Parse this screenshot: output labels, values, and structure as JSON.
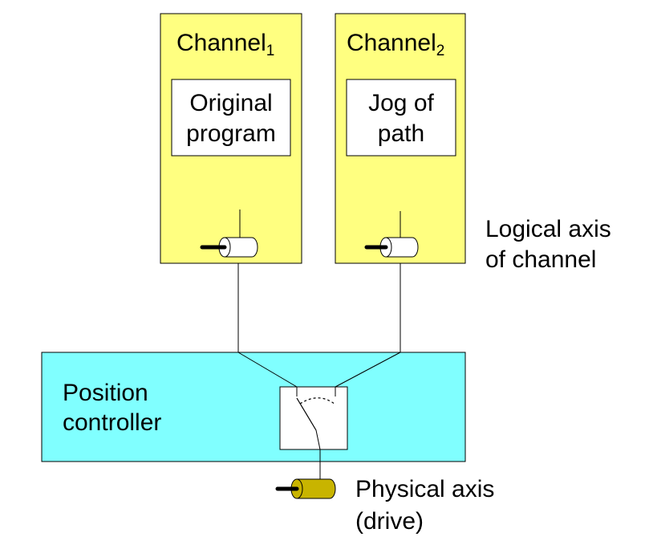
{
  "channels": [
    {
      "title": "Channel",
      "subscript": "1",
      "box_line1": "Original",
      "box_line2": "program"
    },
    {
      "title": "Channel",
      "subscript": "2",
      "box_line1": "Jog of",
      "box_line2": "path"
    }
  ],
  "logical_axis": {
    "line1": "Logical axis",
    "line2": "of channel"
  },
  "controller": {
    "line1": "Position",
    "line2": "controller"
  },
  "physical_axis": {
    "line1": "Physical axis",
    "line2": "(drive)"
  },
  "colors": {
    "channel_fill": "#ffff80",
    "controller_fill": "#80ffff",
    "motor_logical": "#ffffff",
    "motor_physical": "#c8b400",
    "stroke": "#000000"
  }
}
